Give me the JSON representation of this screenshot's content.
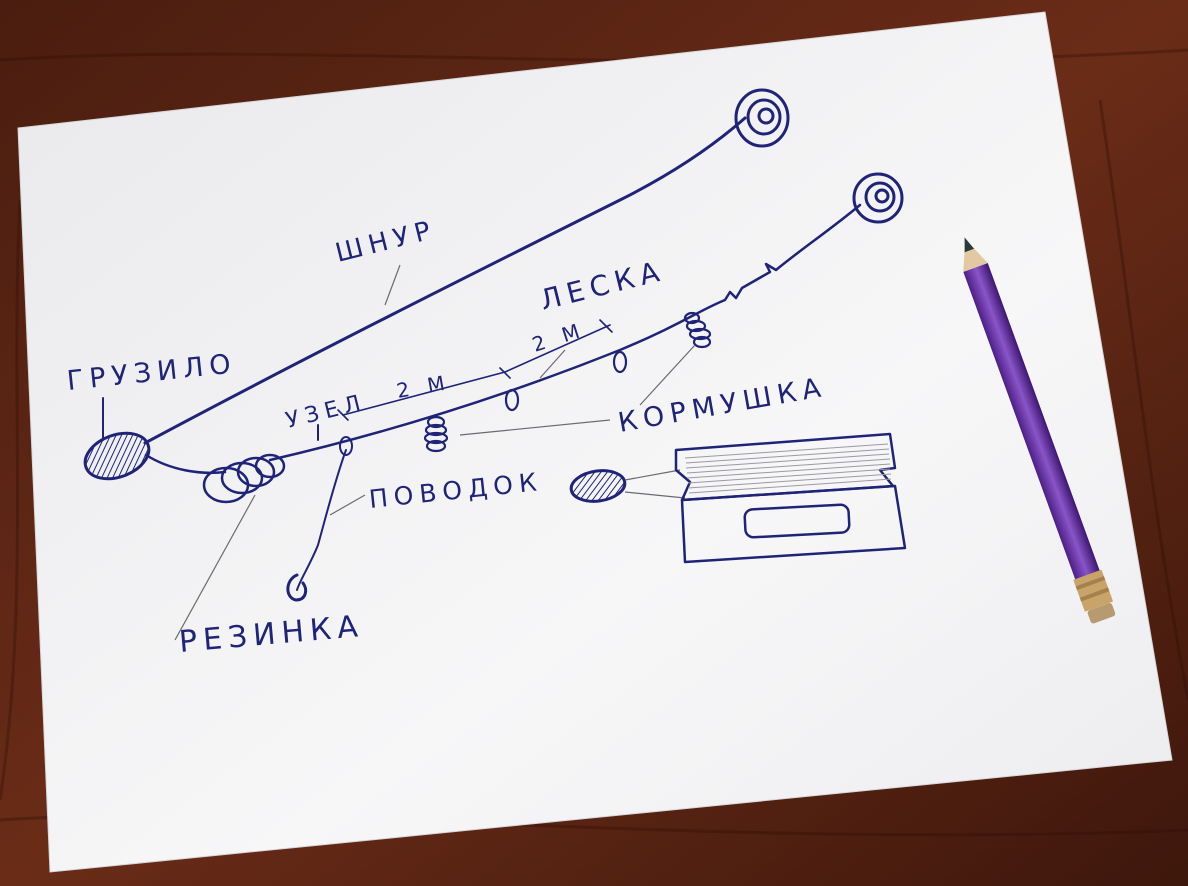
{
  "labels": {
    "shnur": "ШНУР",
    "gruzilo": "ГРУЗИЛО",
    "leska": "ЛЕСКА",
    "dist_2m_a": "2 М",
    "dist_2m_b": "2 М",
    "uzel": "УЗЕЛ",
    "kormushka": "КОРМУШКА",
    "povodok": "ПОВОДОК",
    "rezinka": "РЕЗИНКА"
  },
  "colors": {
    "ink": "#1f2478",
    "paper": "#f3f3f5",
    "table": "#5a2516",
    "pencil": "#6b3aa0"
  },
  "icons": [
    "reel-spiral-icon",
    "sinker-icon",
    "feeder-icon",
    "hook-icon",
    "pencil-icon"
  ]
}
